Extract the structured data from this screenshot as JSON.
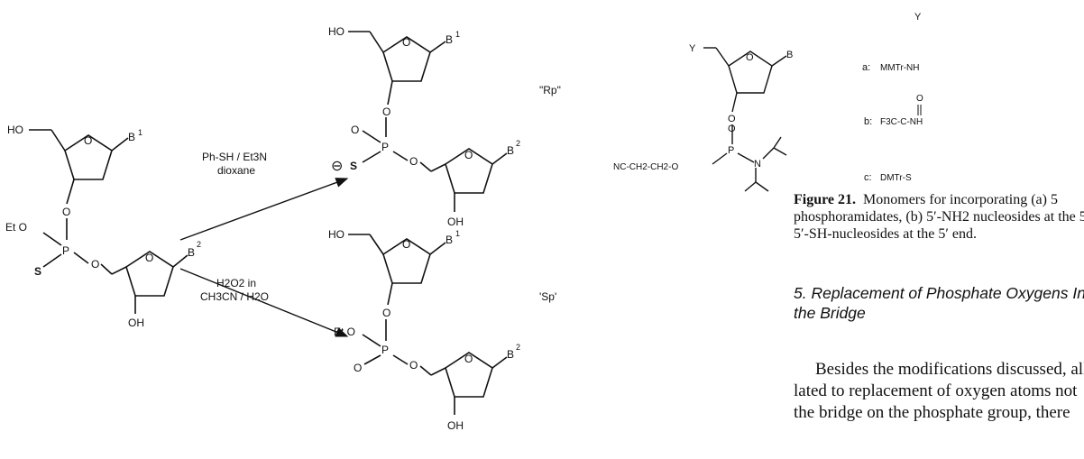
{
  "scheme": {
    "reagents_top": [
      "Ph-SH / Et3N",
      "dioxane"
    ],
    "reagents_bottom": [
      "H2O2 in",
      "CH3CN / H2O"
    ],
    "product_top_label": "\"Rp\"",
    "product_bottom_label": "'Sp'",
    "atoms": {
      "ho": "HO",
      "o": "O",
      "p": "P",
      "s": "S",
      "oh": "OH",
      "eto": "Et O",
      "b1": "B",
      "b1_sup": "1",
      "b2": "B",
      "b2_sup": "2",
      "minus": "⊖",
      "b": "B",
      "y": "Y",
      "nc": "NC-CH2-CH2-O",
      "n": "N"
    }
  },
  "monomer": {
    "header": "Y",
    "options": [
      {
        "key": "a:",
        "value": "MMTr-NH"
      },
      {
        "key": "b:",
        "value": "F3C-C-NH",
        "extra": "O"
      },
      {
        "key": "c:",
        "value": "DMTr-S"
      }
    ]
  },
  "caption": {
    "label": "Figure 21.",
    "line1": "Monomers for incorporating (a) 5",
    "line2": "phosphoramidates, (b) 5′-NH2 nucleosides at the 5",
    "line3": "5′-SH-nucleosides at the 5′ end."
  },
  "section": {
    "line1": "5. Replacement of Phosphate Oxygens In",
    "line2": "the Bridge"
  },
  "body": {
    "line1": "Besides the modifications discussed, all o",
    "line2": "lated to replacement of oxygen atoms not",
    "line3": "the bridge on the phosphate group, there"
  }
}
